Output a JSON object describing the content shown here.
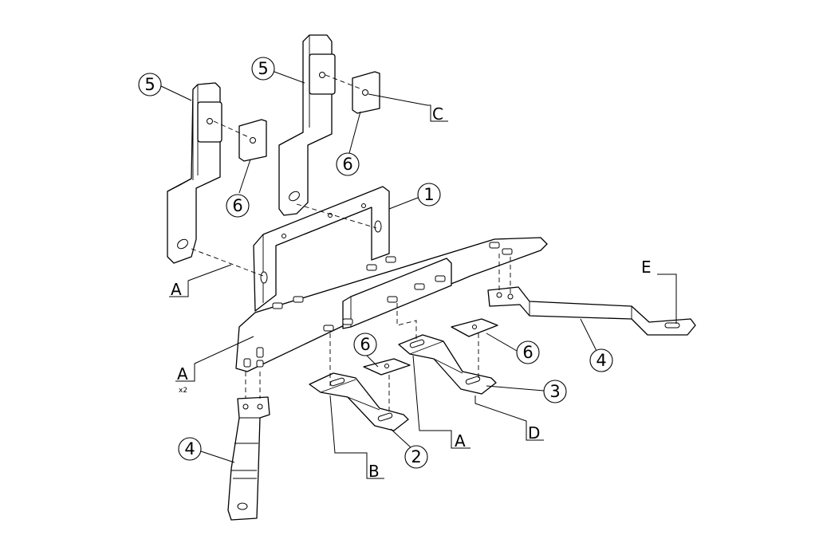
{
  "balloons": [
    {
      "id": "b5a",
      "label": "5"
    },
    {
      "id": "b5b",
      "label": "5"
    },
    {
      "id": "b6a",
      "label": "6"
    },
    {
      "id": "b6b",
      "label": "6"
    },
    {
      "id": "b1",
      "label": "1"
    },
    {
      "id": "b6c",
      "label": "6"
    },
    {
      "id": "b6d",
      "label": "6"
    },
    {
      "id": "b4a",
      "label": "4"
    },
    {
      "id": "b3",
      "label": "3"
    },
    {
      "id": "b2",
      "label": "2"
    },
    {
      "id": "b4b",
      "label": "4"
    }
  ],
  "letters": {
    "a1": "A",
    "a2": "A",
    "a2_qty": "x2",
    "a3": "A",
    "b": "B",
    "c": "C",
    "d": "D",
    "e": "E"
  }
}
